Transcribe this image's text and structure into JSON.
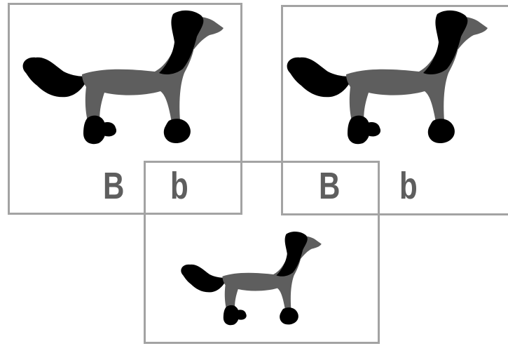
{
  "colors": {
    "frame": "#a3a3a3",
    "coat": "#5e5e5e",
    "hair": "#000000",
    "allele_text": "#5e5e5e"
  },
  "panels": {
    "left_parent": {
      "allele_1": "B",
      "allele_2": "b"
    },
    "right_parent": {
      "allele_1": "B",
      "allele_2": "b"
    }
  }
}
